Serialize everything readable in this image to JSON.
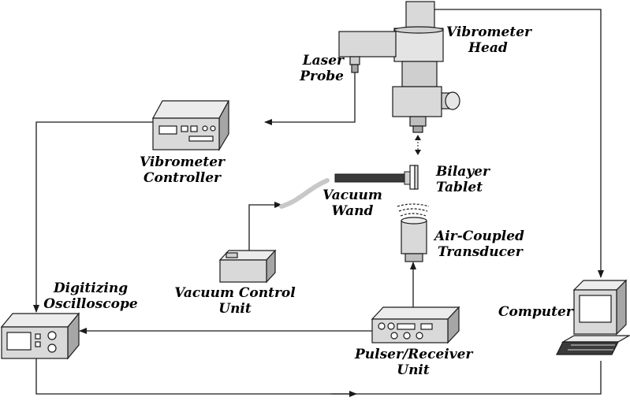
{
  "labels": {
    "vibrometer_head": [
      "Vibrometer",
      "Head"
    ],
    "laser_probe": [
      "Laser",
      "Probe"
    ],
    "vibrometer_controller": [
      "Vibrometer",
      "Controller"
    ],
    "bilayer_tablet": [
      "Bilayer",
      "Tablet"
    ],
    "vacuum_wand": [
      "Vacuum",
      "Wand"
    ],
    "air_coupled_transducer": [
      "Air-Coupled",
      "Transducer"
    ],
    "digitizing_oscilloscope": [
      "Digitizing",
      "Oscilloscope"
    ],
    "vacuum_control_unit": [
      "Vacuum Control",
      "Unit"
    ],
    "pulser_receiver_unit": [
      "Pulser/Receiver",
      "Unit"
    ],
    "computer": "Computer"
  },
  "colors": {
    "line": "#1a1a1a",
    "device_fill": "#d9d9d9",
    "device_dark": "#a6a6a6",
    "wand_tube": "#c8c8c8"
  },
  "icons": [
    "vibrometer-head-icon",
    "laser-probe-icon",
    "vibrometer-controller-icon",
    "bilayer-tablet-icon",
    "vacuum-wand-icon",
    "air-coupled-transducer-icon",
    "digitizing-oscilloscope-icon",
    "vacuum-control-unit-icon",
    "pulser-receiver-unit-icon",
    "computer-icon"
  ]
}
